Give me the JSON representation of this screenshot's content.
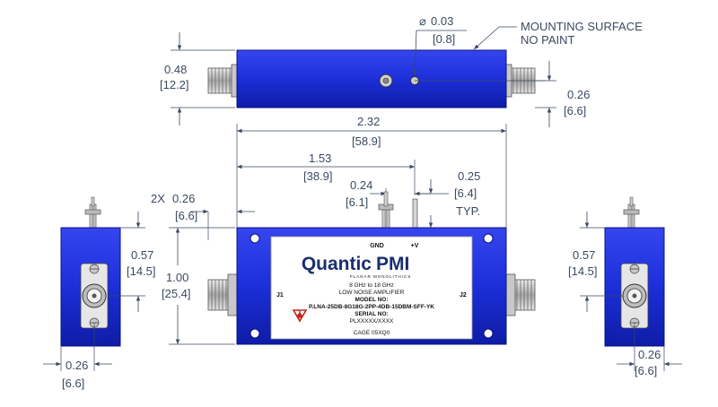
{
  "callouts": {
    "flatness_symbol": "⌀",
    "flatness_value": "0.03",
    "flatness_mm": "[0.8]",
    "mounting_line1": "MOUNTING SURFACE",
    "mounting_line2": "NO PAINT"
  },
  "top_view": {
    "height_in": "0.48",
    "height_mm": "[12.2]",
    "connector_offset_in": "0.26",
    "connector_offset_mm": "[6.6]"
  },
  "front_view": {
    "length_in": "2.32",
    "length_mm": "[58.9]",
    "pin_offset_in": "1.53",
    "pin_offset_mm": "[38.9]",
    "pin_spacing_in": "0.24",
    "pin_spacing_mm": "[6.1]",
    "pin_typ_in": "0.25",
    "pin_typ_mm": "[6.4]",
    "typ_label": "TYP.",
    "mount_prefix": "2X",
    "mount_offset_in": "0.26",
    "mount_offset_mm": "[6.6]",
    "height_in": "1.00",
    "height_mm": "[25.4]",
    "port_j1": "J1",
    "port_j2": "J2",
    "pin_gnd": "GND",
    "pin_v": "+V"
  },
  "label": {
    "brand_main": "Quantic",
    "brand_sub": "PMI",
    "tagline": "PLANAR MONOLITHICS",
    "freq": "8 GHz to 18 GHz",
    "type": "LOW NOISE AMPLIFIER",
    "model_caption": "MODEL NO:",
    "model_no": "P.LNA-25DB-8G18G-2PP-4DB-15DBM-SFF-YK",
    "serial_caption": "SERIAL NO:",
    "serial_no": "PLXXXXX/XXXX",
    "cage": "CAGE 05XQ0"
  },
  "left_view": {
    "height_in": "0.57",
    "height_mm": "[14.5]",
    "width_in": "0.26",
    "width_mm": "[6.6]"
  },
  "right_view": {
    "height_in": "0.57",
    "height_mm": "[14.5]",
    "width_in": "0.26",
    "width_mm": "[6.6]"
  },
  "colors": {
    "body_blue": "#1c2fd8",
    "dimension_line": "#3a4a60"
  }
}
